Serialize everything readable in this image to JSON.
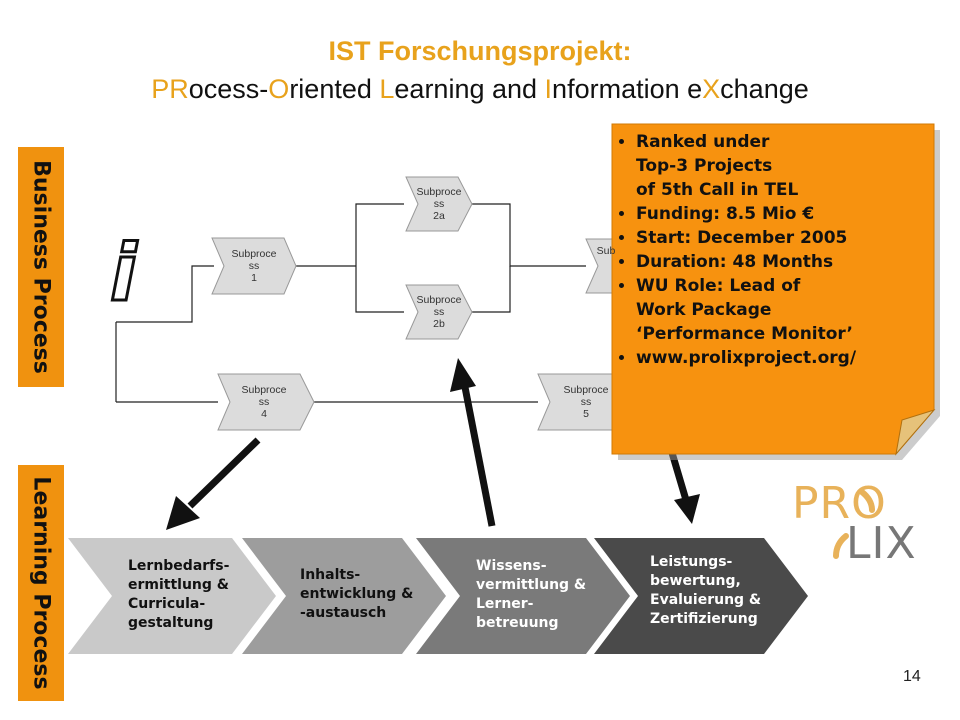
{
  "title": {
    "line1": "IST Forschungsprojekt:",
    "line2": {
      "p1": "PR",
      "p2": "ocess-",
      "p3": "O",
      "p4": "riented  ",
      "p5": "L",
      "p6": "earning and  ",
      "p7": "I",
      "p8": "nformation  e",
      "p9": "X",
      "p10": "change"
    }
  },
  "side_labels": {
    "business": "Business Process",
    "learning": "Learning Process"
  },
  "subprocesses": [
    {
      "id": "1",
      "label": "Subproce\nss\n1"
    },
    {
      "id": "2a",
      "label": "Subproce\nss\n2a"
    },
    {
      "id": "2b",
      "label": "Subproce\nss\n2b"
    },
    {
      "id": "3",
      "label": "Sub"
    },
    {
      "id": "4",
      "label": "Subproce\nss\n4"
    },
    {
      "id": "5",
      "label": "Subproce\nss\n5"
    }
  ],
  "info_glyph": "i",
  "stages": [
    {
      "label": "Lernbedarfs-\nermittlung &\nCurricula-\ngestaltung",
      "color": "#c9c9c9",
      "text_color": "#111111"
    },
    {
      "label": "Inhalts-\nentwicklung &\n-austausch",
      "color": "#9d9d9d",
      "text_color": "#111111"
    },
    {
      "label": "Wissens-\nvermittlung &\nLerner-\nbetreuung",
      "color": "#7a7a7a",
      "text_color": "#ffffff"
    },
    {
      "label": "Leistungs-\nbewertung,\nEvaluierung &\nZertifizierung",
      "color": "#4a4a4a",
      "text_color": "#ffffff"
    }
  ],
  "callout": {
    "items": [
      "Ranked under\nTop-3 Projects\nof 5th Call in TEL",
      "Funding: 8.5 Mio €",
      "Start: December 2005",
      "Duration: 48 Months",
      "WU Role: Lead of\nWork Package\n‘Performance Monitor’",
      "www.prolixproject.org/"
    ]
  },
  "logo": {
    "part1": "PRO",
    "part2": "LIX"
  },
  "page_number": "14",
  "colors": {
    "accent": "#e8a21c",
    "orange_bar": "#f0920f",
    "callout": "#f7920f",
    "logo": "#e8b25a"
  }
}
